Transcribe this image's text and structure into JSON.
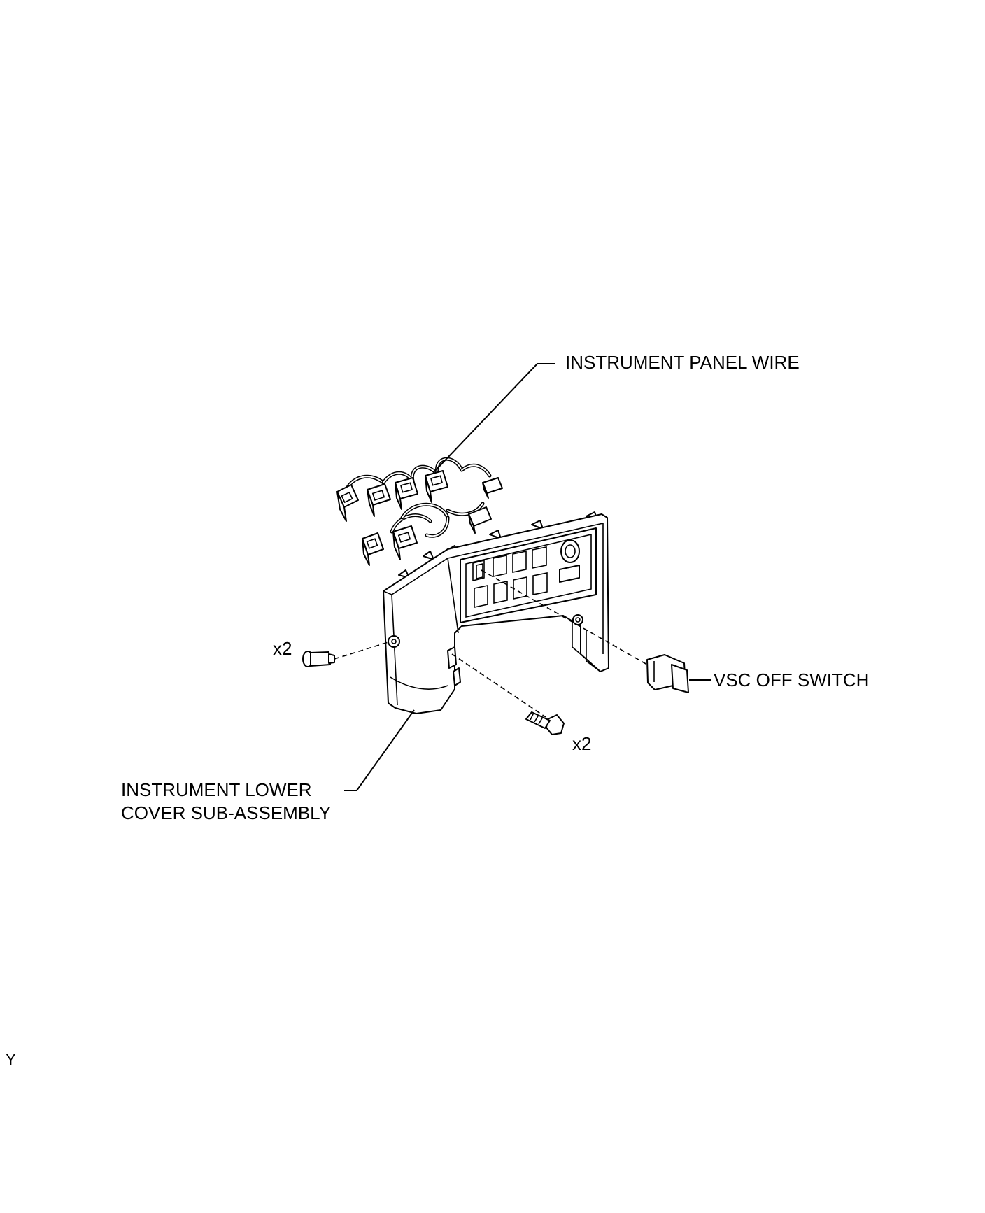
{
  "labels": {
    "instrument_panel_wire": "INSTRUMENT PANEL WIRE",
    "vsc_off_switch": "VSC OFF SWITCH",
    "lower_cover_line1": "INSTRUMENT LOWER",
    "lower_cover_line2": "COVER SUB-ASSEMBLY",
    "clip_qty": "x2",
    "bolt_qty": "x2",
    "corner_code": "Y"
  },
  "colors": {
    "line": "#000000",
    "background": "#ffffff"
  }
}
